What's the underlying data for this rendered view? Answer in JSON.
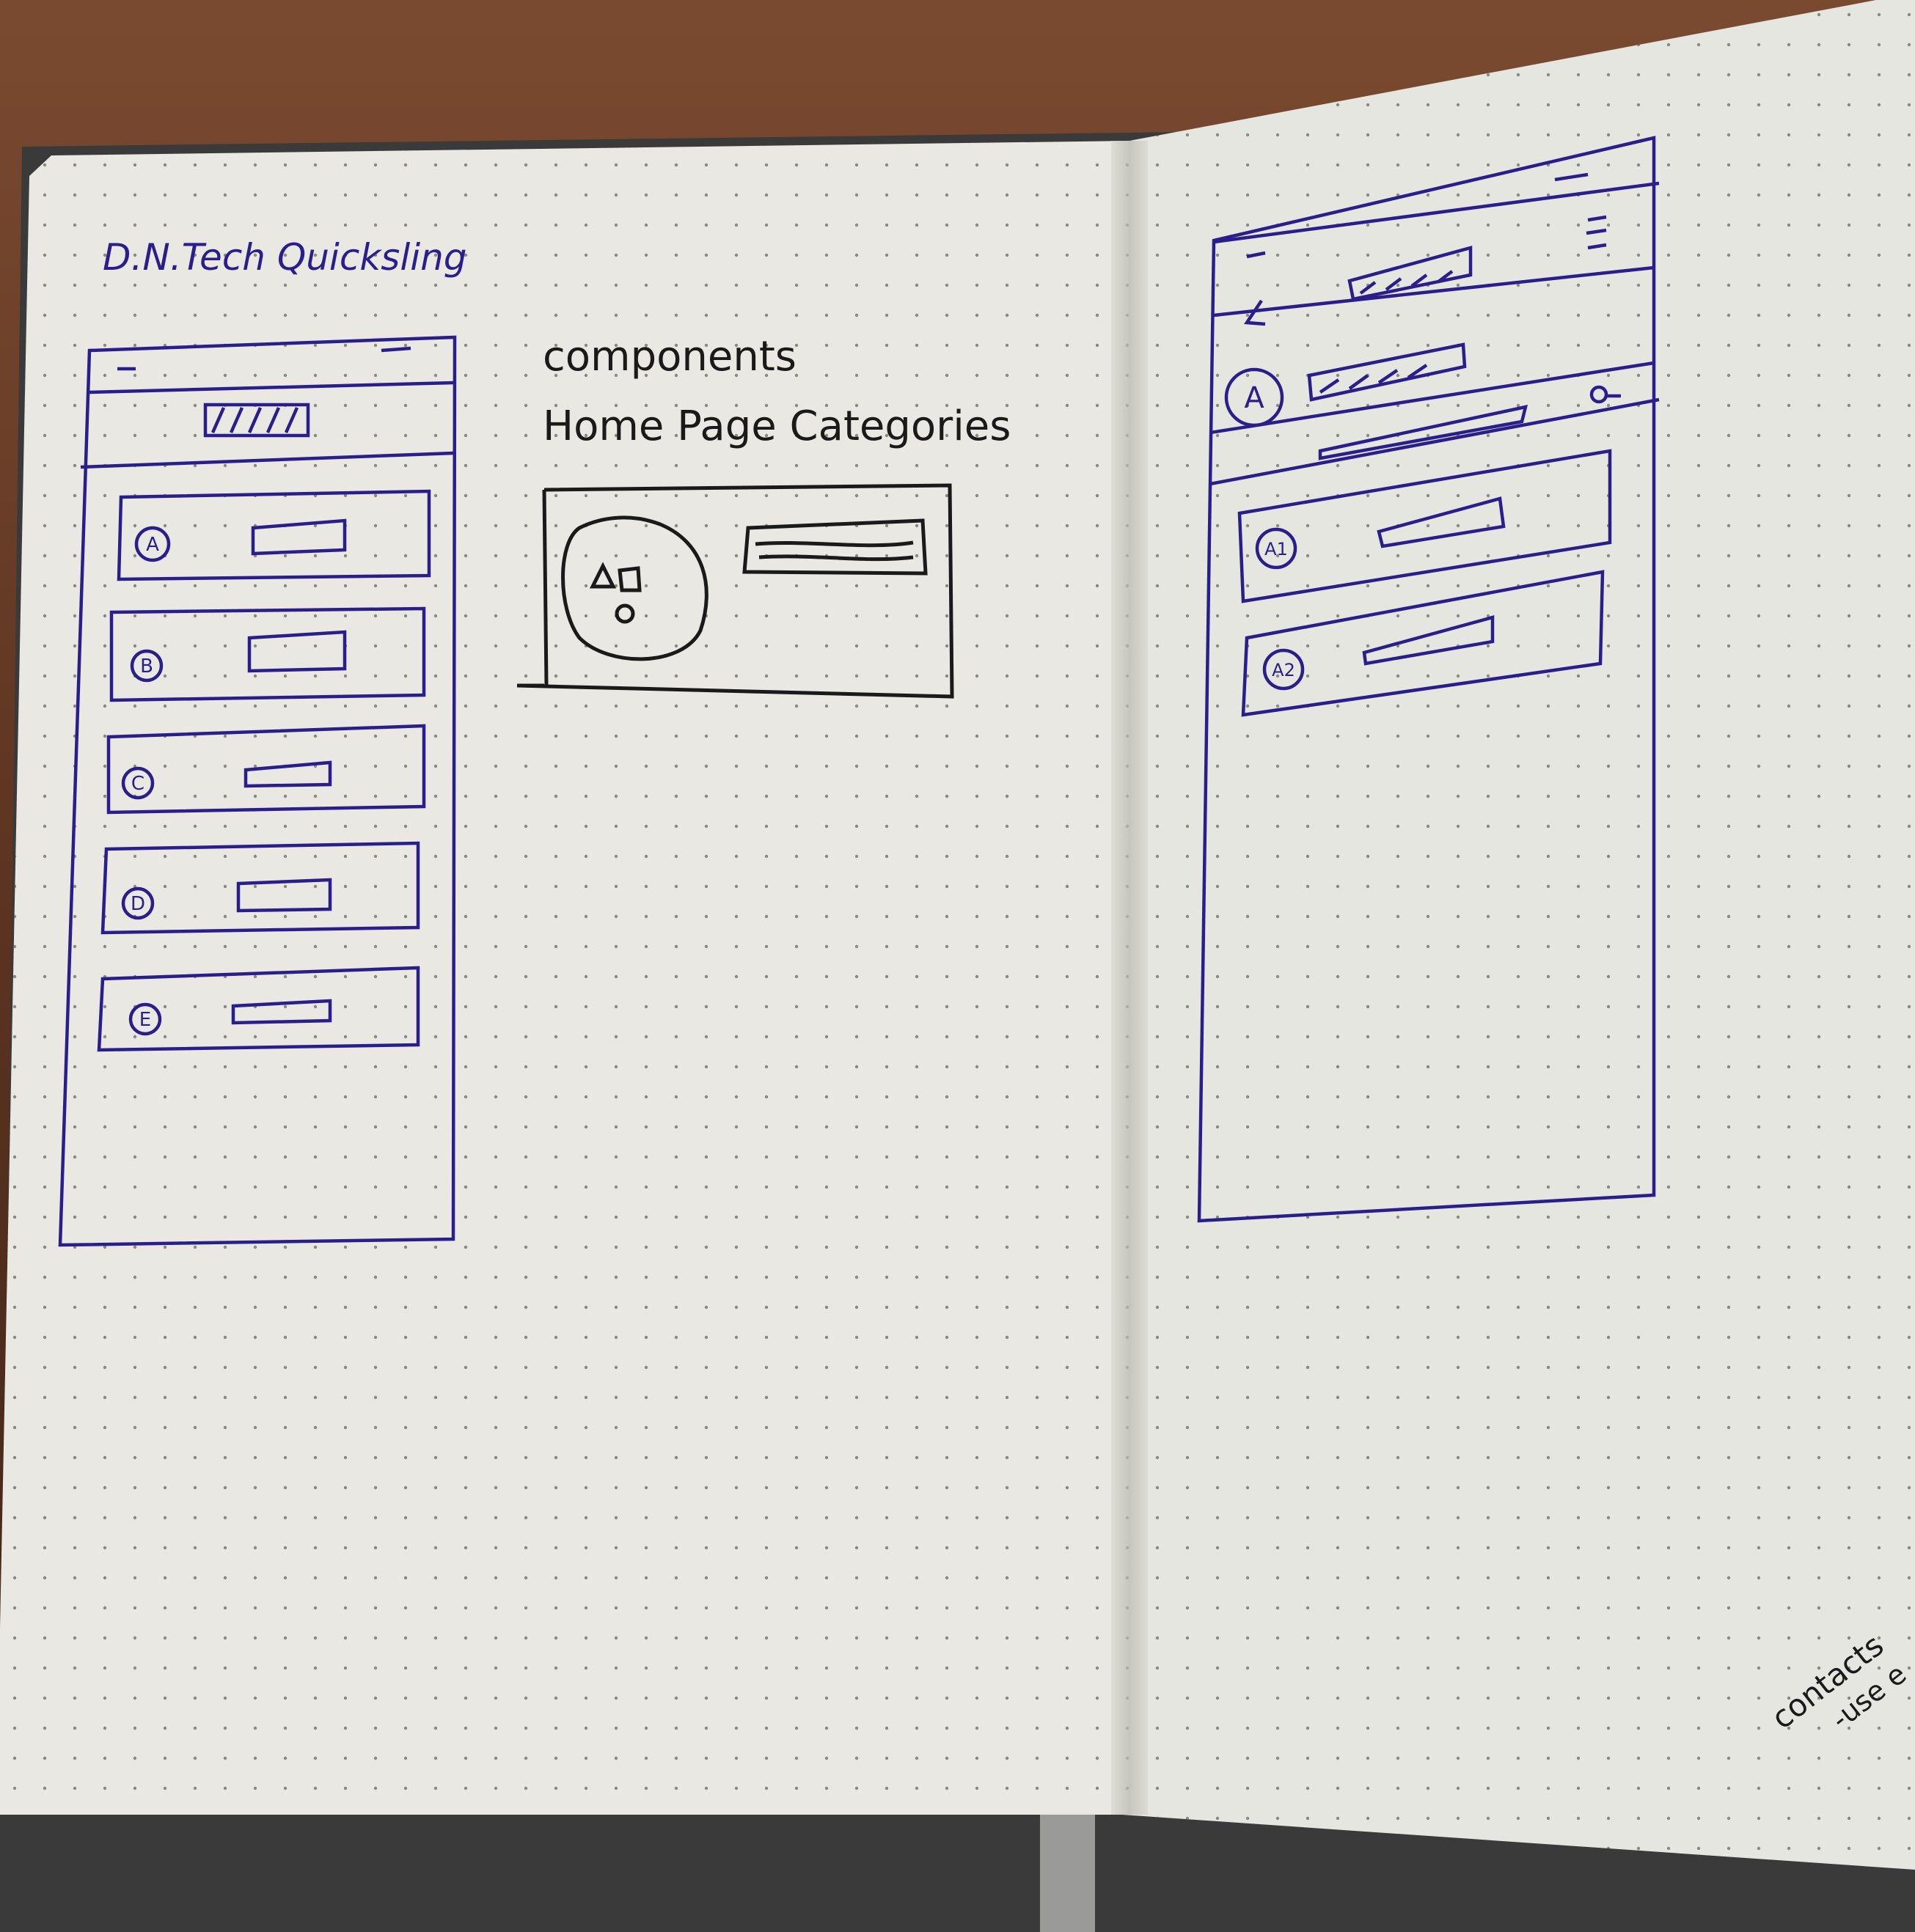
{
  "left_page": {
    "title": "D.N.Tech Quicksling",
    "heading_components": "components",
    "heading_categories": "Home Page Categories",
    "list_items": [
      "A",
      "B",
      "C",
      "D",
      "E"
    ]
  },
  "right_page": {
    "detail_item": "A",
    "sub_items": [
      "A1",
      "A2"
    ],
    "corner_note_1": "contacts",
    "corner_note_2": "-use e"
  },
  "colors": {
    "ink_blue": "#2a1f8a",
    "ink_black": "#1a1a1a",
    "paper_left": "#e9e8e2",
    "paper_right": "#e6e6e0",
    "table": "#5a3a28",
    "cover": "#3a3a3a"
  }
}
